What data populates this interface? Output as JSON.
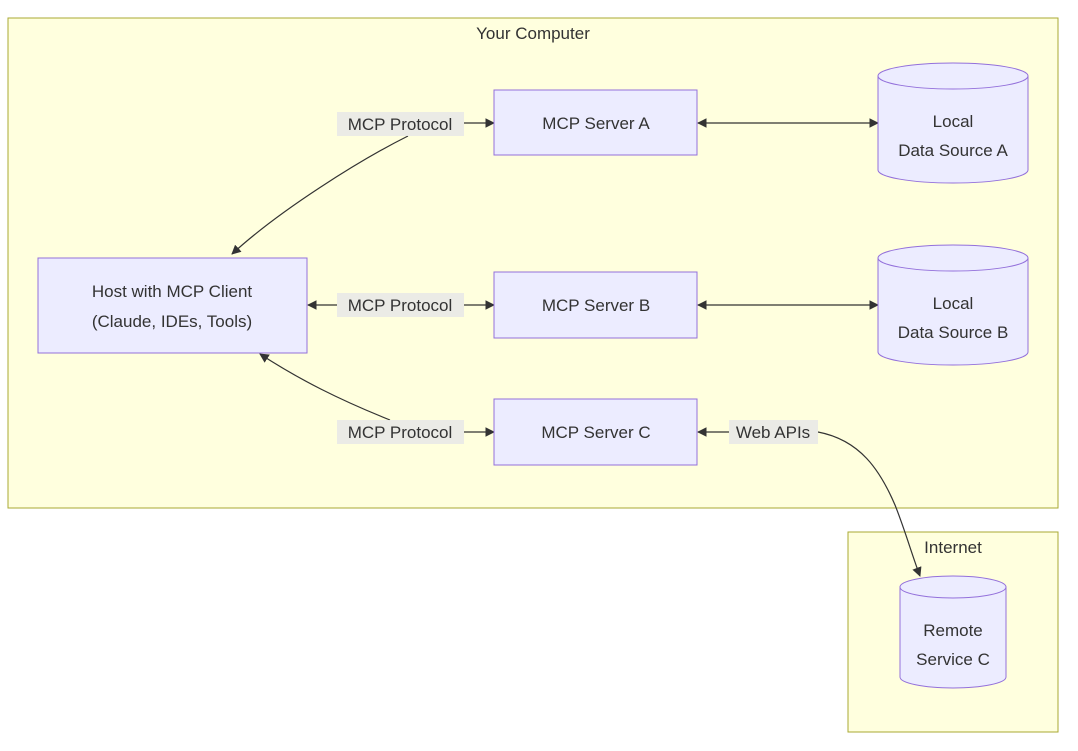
{
  "clusters": {
    "computer": {
      "title": "Your Computer"
    },
    "internet": {
      "title": "Internet"
    }
  },
  "nodes": {
    "host": {
      "line1": "Host with MCP Client",
      "line2": "(Claude, IDEs, Tools)"
    },
    "server_a": {
      "label": "MCP Server A"
    },
    "server_b": {
      "label": "MCP Server B"
    },
    "server_c": {
      "label": "MCP Server C"
    },
    "data_a": {
      "line1": "Local",
      "line2": "Data Source A"
    },
    "data_b": {
      "line1": "Local",
      "line2": "Data Source B"
    },
    "remote_c": {
      "line1": "Remote",
      "line2": "Service C"
    }
  },
  "edges": {
    "host_a": {
      "label": "MCP Protocol"
    },
    "host_b": {
      "label": "MCP Protocol"
    },
    "host_c": {
      "label": "MCP Protocol"
    },
    "c_remote": {
      "label": "Web APIs"
    }
  },
  "colors": {
    "cluster_fill": "#ffffde",
    "cluster_stroke": "#aaaa33",
    "node_fill": "#ececff",
    "node_stroke": "#9370db",
    "edge": "#333333",
    "edge_label_bg": "#e8e8e8"
  }
}
